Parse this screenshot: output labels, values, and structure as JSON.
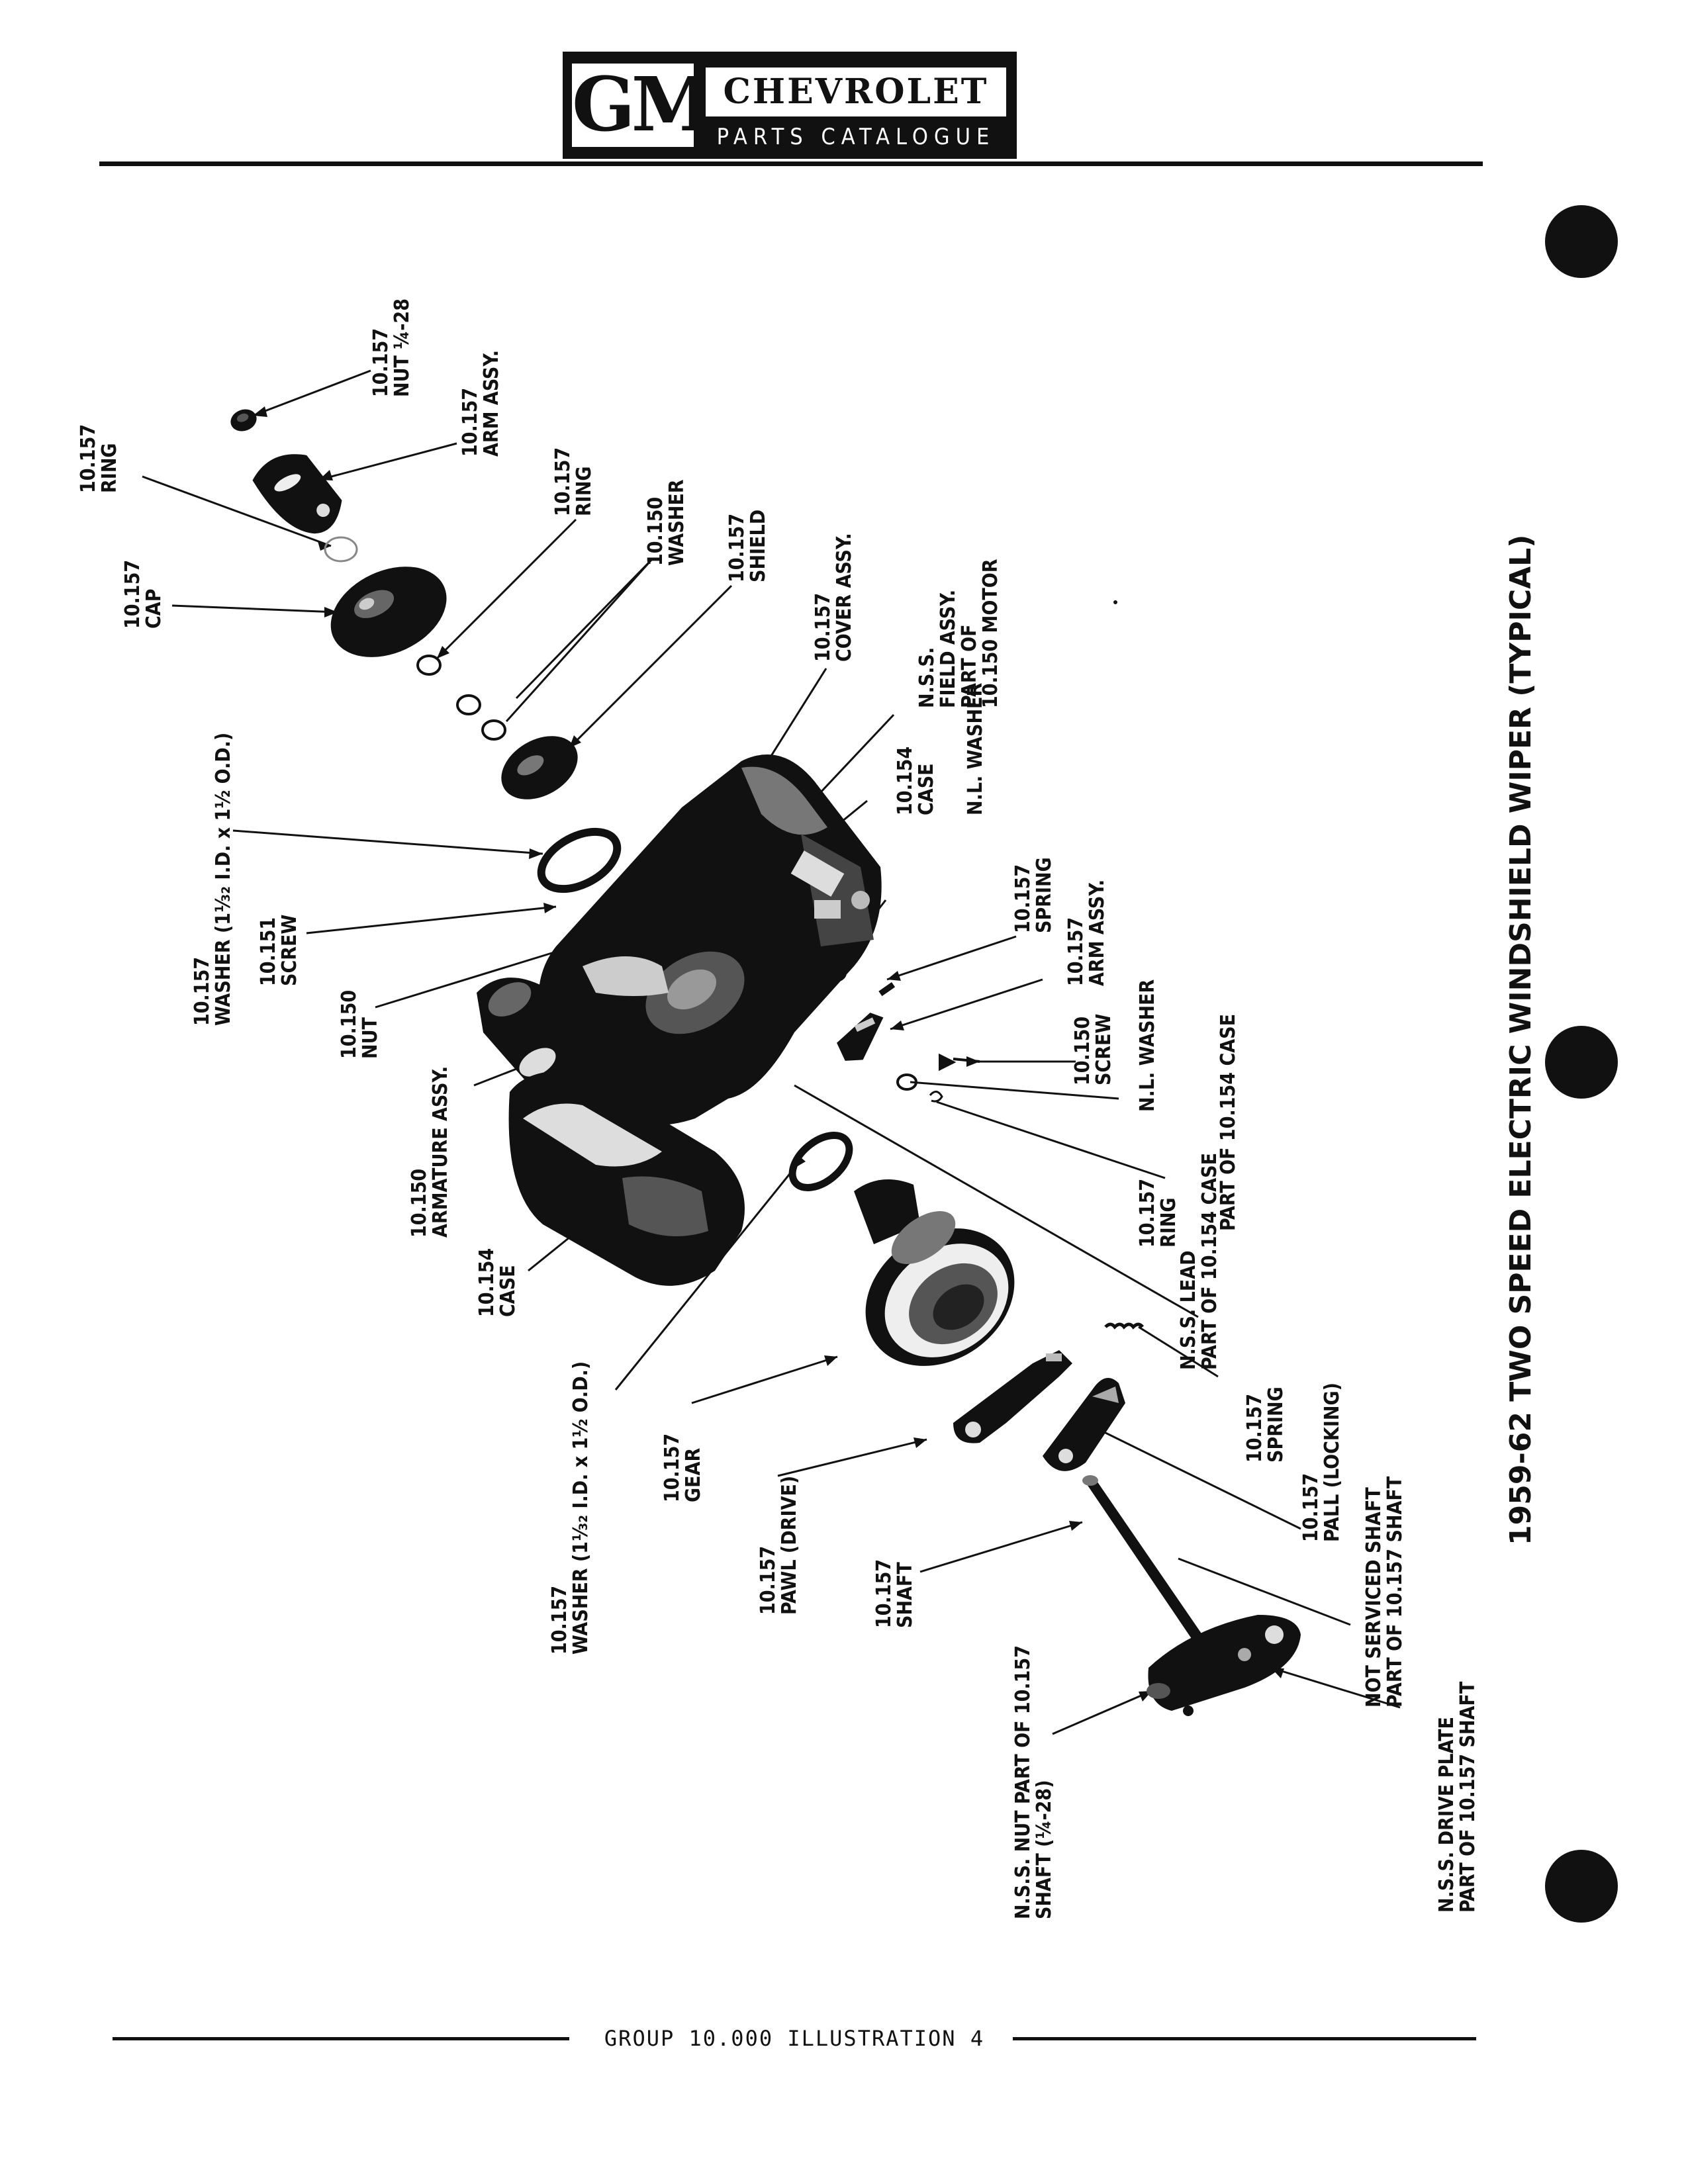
{
  "header": {
    "logo_text": "GM",
    "brand": "CHEVROLET",
    "subtitle": "PARTS CATALOGUE"
  },
  "caption": "1959-62 TWO SPEED ELECTRIC WINDSHIELD WIPER (TYPICAL)",
  "labels": {
    "nut_top": [
      "10.157",
      "NUT ¼-28"
    ],
    "arm_assy_top": [
      "10.157",
      "ARM ASSY."
    ],
    "ring_upper": [
      "10.157",
      "RING"
    ],
    "ring_top_left": [
      "10.157",
      "RING"
    ],
    "cap": [
      "10.157",
      "CAP"
    ],
    "washer_150": [
      "10.150",
      "WASHER"
    ],
    "shield": [
      "10.157",
      "SHIELD"
    ],
    "cover_assy": [
      "10.157",
      "COVER ASSY."
    ],
    "field_assy": [
      "N.S.S.",
      "FIELD ASSY.",
      "PART OF",
      "10.150 MOTOR"
    ],
    "washer_upper": [
      "10.157",
      "WASHER (1¹⁄₃₂ I.D. x 1½ O.D.)"
    ],
    "case_154_upper": [
      "10.154",
      "CASE"
    ],
    "nl_washer_upper": [
      "N.L. WASHER"
    ],
    "screw_151": [
      "10.151",
      "SCREW"
    ],
    "nut_150": [
      "10.150",
      "NUT"
    ],
    "spring_upper": [
      "10.157",
      "SPRING"
    ],
    "arm_assy_mid": [
      "10.157",
      "ARM ASSY."
    ],
    "armature": [
      "10.150",
      "ARMATURE ASSY."
    ],
    "screw_150": [
      "10.150",
      "SCREW"
    ],
    "nl_washer_mid": [
      "N.L. WASHER"
    ],
    "ring_mid": [
      "10.157",
      "RING"
    ],
    "part_of_case": [
      "PART OF 10.154 CASE"
    ],
    "case_154_lower": [
      "10.154",
      "CASE"
    ],
    "washer_lower": [
      "10.157",
      "WASHER (1¹⁄₃₂ I.D. x 1½ O.D.)"
    ],
    "nss_lead": [
      "N.S.S. LEAD",
      "PART OF 10.154 CASE"
    ],
    "gear": [
      "10.157",
      "GEAR"
    ],
    "spring_lower": [
      "10.157",
      "SPRING"
    ],
    "pawl_drive": [
      "10.157",
      "PAWL (DRIVE)"
    ],
    "pall_locking": [
      "10.157",
      "PALL (LOCKING)"
    ],
    "shaft": [
      "10.157",
      "SHAFT"
    ],
    "not_serviced_shaft": [
      "NOT SERVICED SHAFT",
      "PART OF 10.157 SHAFT"
    ],
    "nss_drive_plate": [
      "N.S.S. DRIVE PLATE",
      "PART OF 10.157 SHAFT"
    ],
    "nss_nut": [
      "N.S.S. NUT PART OF 10.157",
      "SHAFT (¼-28)"
    ]
  },
  "footer": {
    "text": "GROUP 10.000 ILLUSTRATION 4"
  }
}
